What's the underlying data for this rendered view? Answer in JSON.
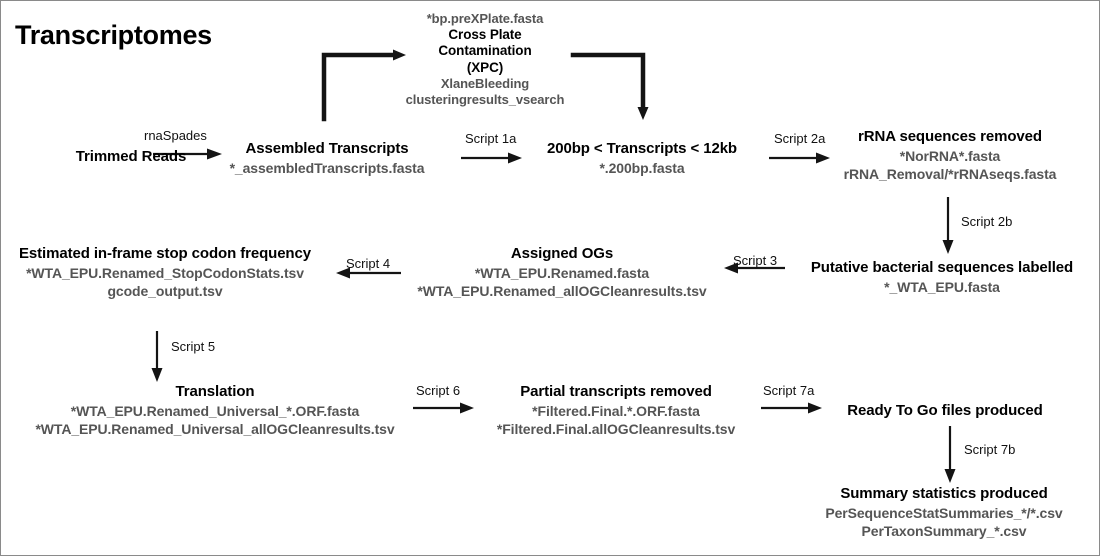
{
  "page_title": "Transcriptomes",
  "colors": {
    "title_text": "#000000",
    "file_text": "#555555",
    "arrow": "#141414",
    "background": "#ffffff",
    "border": "#8a8a8a"
  },
  "nodes": {
    "trimmed_reads": {
      "title": "Trimmed Reads",
      "files": []
    },
    "assembled_transcripts": {
      "title": "Assembled Transcripts",
      "files": [
        "*_assembledTranscripts.fasta"
      ]
    },
    "xpc": {
      "file_top": "*bp.preXPlate.fasta",
      "title_line1": "Cross Plate",
      "title_line2": "Contamination",
      "title_line3": "(XPC)",
      "file_bottom1": "XlaneBleeding",
      "file_bottom2": "clusteringresults_vsearch"
    },
    "size_filtered": {
      "title": "200bp < Transcripts < 12kb",
      "files": [
        "*.200bp.fasta"
      ]
    },
    "rrna_removed": {
      "title": "rRNA sequences removed",
      "files": [
        "*NorRNA*.fasta",
        "rRNA_Removal/*rRNAseqs.fasta"
      ]
    },
    "bacterial_labelled": {
      "title": "Putative bacterial sequences labelled",
      "files": [
        "*_WTA_EPU.fasta"
      ]
    },
    "assigned_ogs": {
      "title": "Assigned OGs",
      "files": [
        "*WTA_EPU.Renamed.fasta",
        "*WTA_EPU.Renamed_allOGCleanresults.tsv"
      ]
    },
    "stop_codon": {
      "title": "Estimated in-frame stop codon frequency",
      "files": [
        "*WTA_EPU.Renamed_StopCodonStats.tsv",
        "gcode_output.tsv"
      ]
    },
    "translation": {
      "title": "Translation",
      "files": [
        "*WTA_EPU.Renamed_Universal_*.ORF.fasta",
        "*WTA_EPU.Renamed_Universal_allOGCleanresults.tsv"
      ]
    },
    "partial_removed": {
      "title": "Partial transcripts removed",
      "files": [
        "*Filtered.Final.*.ORF.fasta",
        "*Filtered.Final.allOGCleanresults.tsv"
      ]
    },
    "ready_to_go": {
      "title": "Ready To Go files produced",
      "files": []
    },
    "summary_stats": {
      "title": "Summary statistics produced",
      "files": [
        "PerSequenceStatSummaries_*/*.csv",
        "PerTaxonSummary_*.csv"
      ]
    }
  },
  "edges": {
    "rnaspades": "rnaSpades",
    "script_1a": "Script 1a",
    "script_2a": "Script 2a",
    "script_2b": "Script 2b",
    "script_3": "Script 3",
    "script_4": "Script 4",
    "script_5": "Script 5",
    "script_6": "Script 6",
    "script_7a": "Script 7a",
    "script_7b": "Script 7b"
  }
}
